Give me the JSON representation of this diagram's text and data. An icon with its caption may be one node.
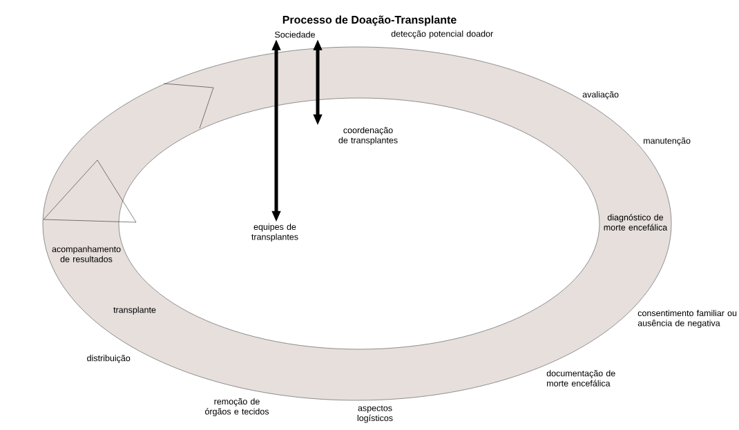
{
  "diagram": {
    "title": "Processo de Doação-Transplante",
    "nodes": [
      {
        "text": [
          "Sociedade"
        ]
      },
      {
        "text": [
          "coordenação de transplantes"
        ]
      },
      {
        "text": [
          "equipes de transplantes"
        ]
      }
    ],
    "edges": [
      {
        "from": 0,
        "to": 2,
        "arrow": "both"
      },
      {
        "from": 0,
        "to": 1,
        "arrow": "both"
      }
    ],
    "labels": [
      "detecção potencial doador",
      "avaliação",
      "manutenção",
      "diagnóstico de morte encefálica",
      "consentimento familiar ou ausência de negativa",
      "documentação de morte encefálica",
      "aspectos logísticos",
      "remoção de órgãos e tecidos",
      "distribuição",
      "transplante",
      "acompanhamento de resultados"
    ]
  }
}
